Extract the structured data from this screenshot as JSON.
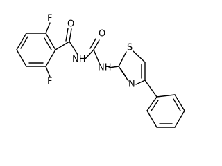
{
  "labels": {
    "f_top": "F",
    "f_bottom": "F",
    "o_carbonyl_1": "O",
    "nh_imide": "NH",
    "o_carbonyl_2": "O",
    "nh_amine": "NH",
    "s_thiazole": "S",
    "n_thiazole": "N"
  },
  "colors": {
    "bond": "#000000",
    "text": "#000000",
    "background": "#ffffff"
  }
}
